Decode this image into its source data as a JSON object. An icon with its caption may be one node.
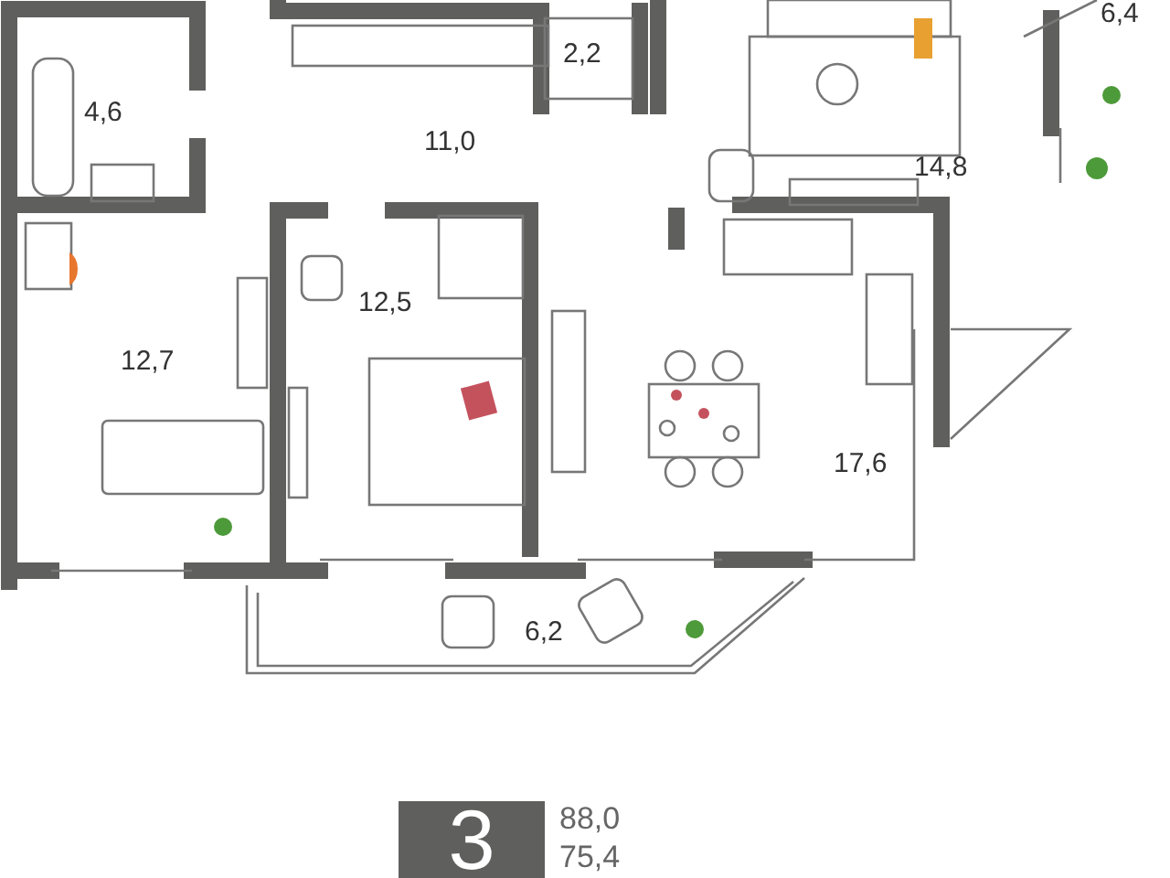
{
  "diagram": {
    "nodes": [
      {
        "text": [
          "3"
        ],
        "beside": [
          "88,0",
          "75,4"
        ]
      }
    ],
    "labels": [
      "6,4",
      "2,2",
      "4,6",
      "11,0",
      "14,8",
      "12,5",
      "12,7",
      "17,6",
      "6,2"
    ]
  }
}
